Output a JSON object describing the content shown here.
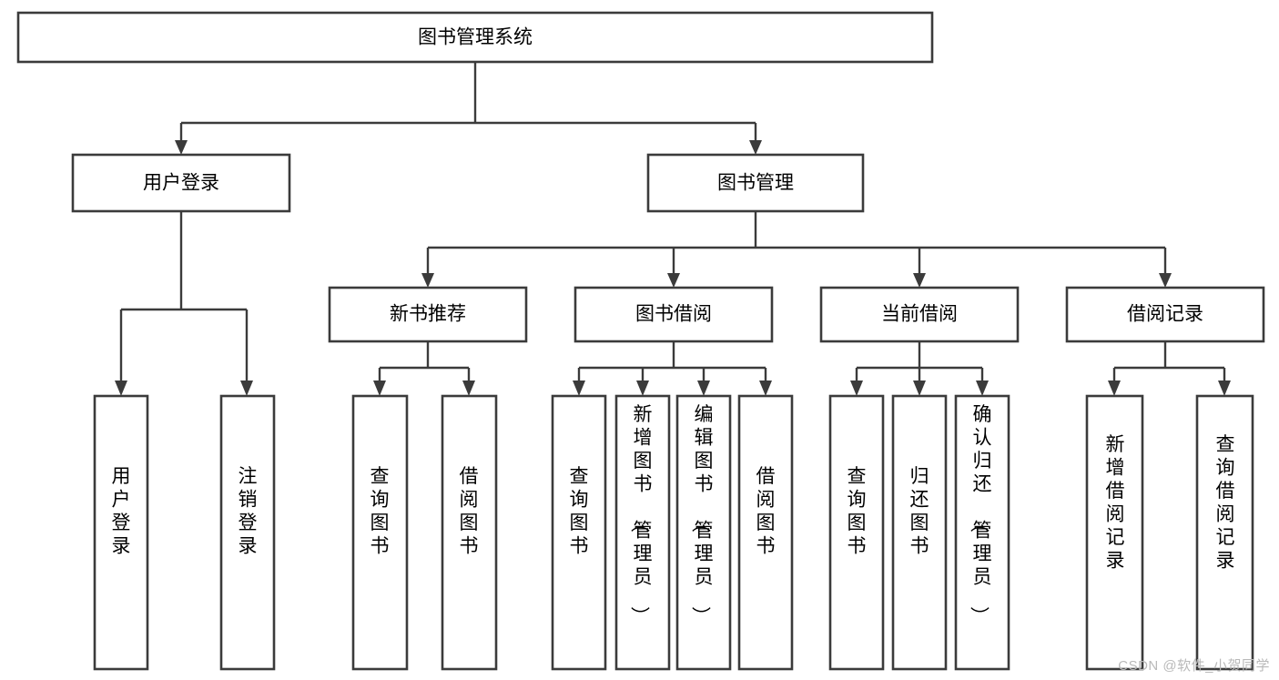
{
  "diagram": {
    "title_node": {
      "label": "图书管理系统"
    },
    "level2": [
      {
        "id": "user-login",
        "label": "用户登录"
      },
      {
        "id": "book-management",
        "label": "图书管理"
      }
    ],
    "level3": [
      {
        "id": "new-book-recommend",
        "label": "新书推荐"
      },
      {
        "id": "book-borrow",
        "label": "图书借阅"
      },
      {
        "id": "current-borrow",
        "label": "当前借阅"
      },
      {
        "id": "borrow-record",
        "label": "借阅记录"
      }
    ],
    "leaves": {
      "user_login": [
        {
          "id": "leaf-user-login",
          "label": "用户登录"
        },
        {
          "id": "leaf-logout-login",
          "label": "注销登录"
        }
      ],
      "new_book_recommend": [
        {
          "id": "leaf-query-book-1",
          "label": "查询图书"
        },
        {
          "id": "leaf-borrow-book-1",
          "label": "借阅图书"
        }
      ],
      "book_borrow": [
        {
          "id": "leaf-query-book-2",
          "label": "查询图书"
        },
        {
          "id": "leaf-add-book-admin",
          "label": "新增图书（管理员）"
        },
        {
          "id": "leaf-edit-book-admin",
          "label": "编辑图书（管理员）"
        },
        {
          "id": "leaf-borrow-book-2",
          "label": "借阅图书"
        }
      ],
      "current_borrow": [
        {
          "id": "leaf-query-book-3",
          "label": "查询图书"
        },
        {
          "id": "leaf-return-book",
          "label": "归还图书"
        },
        {
          "id": "leaf-confirm-return-admin",
          "label": "确认归还（管理员）"
        }
      ],
      "borrow_record": [
        {
          "id": "leaf-add-borrow-record",
          "label": "新增借阅记录"
        },
        {
          "id": "leaf-query-borrow-record",
          "label": "查询借阅记录"
        }
      ]
    }
  },
  "watermark": {
    "text": "CSDN @软件_小贺同学"
  },
  "colors": {
    "box_stroke": "#3b3b3b",
    "box_fill": "#ffffff",
    "link": "#3b3b3b",
    "text": "#000000",
    "watermark": "#b9b9b9",
    "background": "#ffffff"
  }
}
